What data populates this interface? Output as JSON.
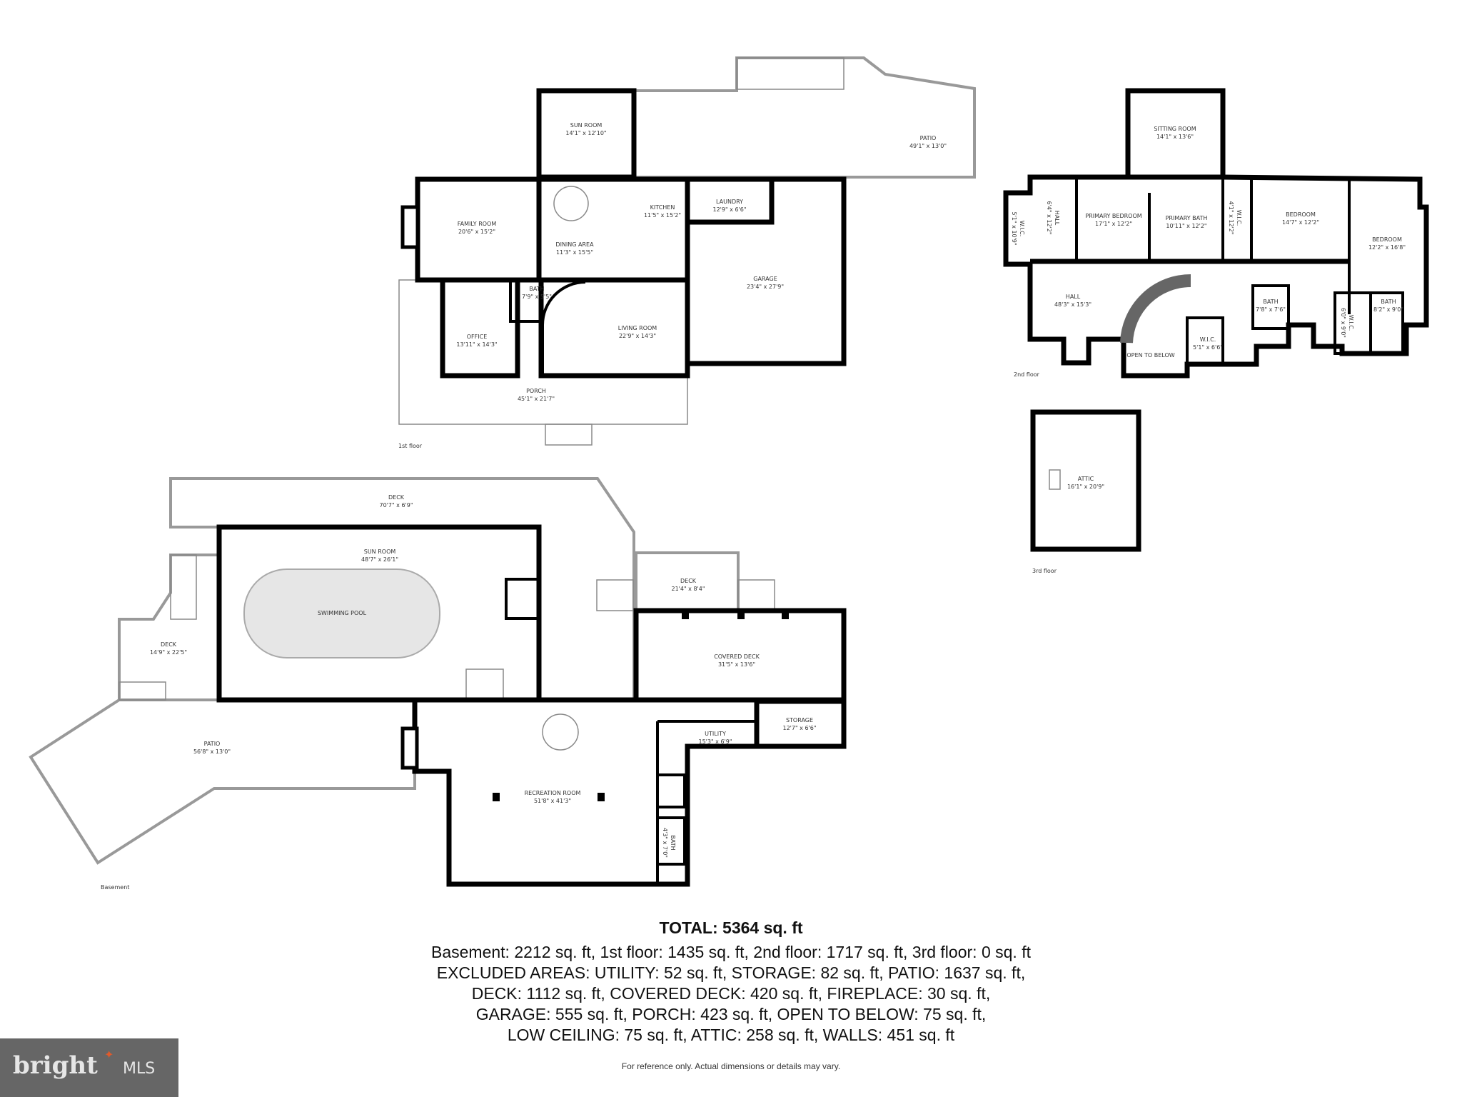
{
  "floors": {
    "first": {
      "label": "1st floor",
      "rooms": [
        {
          "name": "SUN ROOM",
          "dims": "14'1\" x 12'10\""
        },
        {
          "name": "PATIO",
          "dims": "49'1\" x 13'0\""
        },
        {
          "name": "FAMILY ROOM",
          "dims": "20'6\" x 15'2\""
        },
        {
          "name": "DINING AREA",
          "dims": "11'3\" x 15'5\""
        },
        {
          "name": "KITCHEN",
          "dims": "11'5\" x 15'2\""
        },
        {
          "name": "LAUNDRY",
          "dims": "12'9\" x 6'6\""
        },
        {
          "name": "GARAGE",
          "dims": "23'4\" x 27'9\""
        },
        {
          "name": "BATH",
          "dims": "7'9\" x 5'5\""
        },
        {
          "name": "OFFICE",
          "dims": "13'11\" x 14'3\""
        },
        {
          "name": "LIVING ROOM",
          "dims": "22'9\" x 14'3\""
        },
        {
          "name": "PORCH",
          "dims": "45'1\" x 21'7\""
        }
      ]
    },
    "second": {
      "label": "2nd floor",
      "rooms": [
        {
          "name": "SITTING ROOM",
          "dims": "14'1\" x 13'6\""
        },
        {
          "name": "W.I.C.",
          "dims": "5'1\" x 10'9\""
        },
        {
          "name": "HALL",
          "dims": "6'4\" x 12'2\""
        },
        {
          "name": "PRIMARY BEDROOM",
          "dims": "17'1\" x 12'2\""
        },
        {
          "name": "PRIMARY BATH",
          "dims": "10'11\" x 12'2\""
        },
        {
          "name": "W.I.C.",
          "dims": "4'1\" x 12'2\""
        },
        {
          "name": "BEDROOM",
          "dims": "14'7\" x 12'2\""
        },
        {
          "name": "BEDROOM",
          "dims": "12'2\" x 16'8\""
        },
        {
          "name": "HALL",
          "dims": "48'3\" x 15'3\""
        },
        {
          "name": "BATH",
          "dims": "7'8\" x 7'6\""
        },
        {
          "name": "W.I.C.",
          "dims": "6'0\" x 9'0\""
        },
        {
          "name": "BATH",
          "dims": "8'2\" x 9'0\""
        },
        {
          "name": "W.I.C.",
          "dims": "5'1\" x 6'6\""
        },
        {
          "name": "OPEN TO BELOW",
          "dims": ""
        }
      ]
    },
    "third": {
      "label": "3rd floor",
      "rooms": [
        {
          "name": "ATTIC",
          "dims": "16'1\" x 20'9\""
        }
      ]
    },
    "basement": {
      "label": "Basement",
      "rooms": [
        {
          "name": "DECK",
          "dims": "70'7\" x 6'9\""
        },
        {
          "name": "SUN ROOM",
          "dims": "48'7\" x 26'1\""
        },
        {
          "name": "SWIMMING POOL",
          "dims": ""
        },
        {
          "name": "DECK",
          "dims": "14'9\" x 22'5\""
        },
        {
          "name": "DECK",
          "dims": "21'4\" x 8'4\""
        },
        {
          "name": "COVERED DECK",
          "dims": "31'5\" x 13'6\""
        },
        {
          "name": "PATIO",
          "dims": "56'8\" x 13'0\""
        },
        {
          "name": "STORAGE",
          "dims": "12'7\" x 6'6\""
        },
        {
          "name": "UTILITY",
          "dims": "15'3\" x 6'9\""
        },
        {
          "name": "RECREATION ROOM",
          "dims": "51'8\" x 41'3\""
        },
        {
          "name": "BATH",
          "dims": "4'3\" x 7'0\""
        }
      ]
    }
  },
  "summary": {
    "total": "TOTAL: 5364 sq. ft",
    "lines": [
      "Basement: 2212 sq. ft, 1st floor: 1435 sq. ft, 2nd floor: 1717 sq. ft, 3rd floor: 0 sq. ft",
      "EXCLUDED AREAS: UTILITY: 52 sq. ft, STORAGE: 82 sq. ft, PATIO: 1637 sq. ft,",
      "DECK: 1112 sq. ft, COVERED DECK: 420 sq. ft, FIREPLACE: 30 sq. ft,",
      "GARAGE: 555 sq. ft, PORCH: 423 sq. ft, OPEN TO BELOW: 75 sq. ft,",
      "LOW CEILING: 75 sq. ft, ATTIC: 258 sq. ft, WALLS: 451 sq. ft"
    ],
    "disclaimer": "For reference only. Actual dimensions or details may vary."
  },
  "logo": {
    "text": "bright MLS",
    "background": "#666666",
    "accent": "#e05a2b"
  },
  "colors": {
    "walls": "#000000",
    "pool": "#e6e6e6"
  }
}
